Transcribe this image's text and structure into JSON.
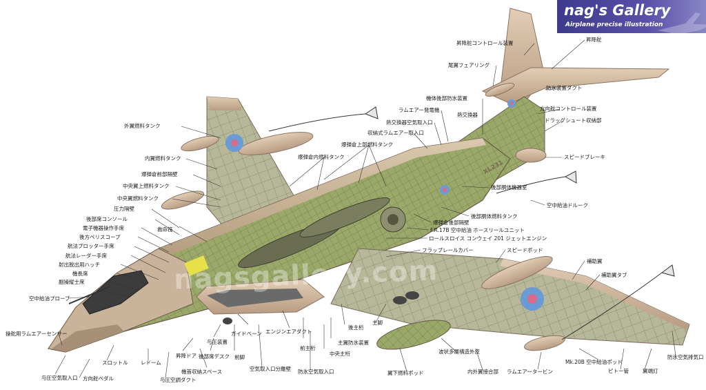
{
  "brand": {
    "title": "nag's Gallery",
    "subtitle": "Airplane precise illustration"
  },
  "watermark": "nagsgallery.com",
  "serial": "XL231",
  "colors": {
    "skin": "#cdb39a",
    "skin_dark": "#a88e76",
    "structure": "#8c9a5c",
    "structure_light": "#aab47a",
    "canopy": "#3c3c3c",
    "roundel_blue": "#6a9bd4",
    "roundel_red": "#d86a8a",
    "leader": "#333333"
  },
  "labels": {
    "elevator_control": "昇降舵コントロール装置",
    "elevator": "昇降舵",
    "tail_fairing": "尾翼フェアリング",
    "anti_ice_duct": "防氷装置ダクト",
    "rear_fuselage_anti_ice": "機体後部防氷装置",
    "rudder_control": "方向舵コントロール装置",
    "ram_air_generator": "ラムエアー発電機",
    "heat_exchanger": "熱交換器",
    "drag_chute": "ドラッグシュート収納部",
    "heat_exchanger_intake": "熱交換器空気取入口",
    "retractable_ram_air_intake": "収納式ラムエアー取入口",
    "speed_brake": "スピードブレーキ",
    "bomb_bay_upper_fuel": "爆弾倉上部燃料タンク",
    "outer_wing_fuel": "外翼燃料タンク",
    "bomb_bay_inner_fuel": "爆弾倉内燃料タンク",
    "inner_wing_fuel": "内翼燃料タンク",
    "bomb_bay_front_bulkhead": "爆弾倉前部隔壁",
    "rear_equipment_bay": "後部胴体機器室",
    "center_wing_upper_fuel": "中央翼上燃料タンク",
    "center_wing_fuel": "中央翼燃料タンク",
    "refuel_drogue": "空中給油ドルーク",
    "pressure_bulkhead": "圧力隔壁",
    "rear_crew_console": "後部席コンソール",
    "life_raft": "救命筏",
    "rear_fuselage_fuel": "後部胴体燃料タンク",
    "ew_operator": "電子機器操作手席",
    "bomb_bay_rear_bulkhead": "爆弾倉後部隔壁",
    "rear_periscope": "後方ペリスコープ",
    "hose_reel_unit": "F.R.17B 空中給油 ホースリールユニット",
    "nav_plotter": "航法プロッター手席",
    "conway_engine": "ロールスロイス コンウェイ 201 ジェットエンジン",
    "nav_radar": "航法レーダー手席",
    "flap_rail_cover": "フラップレールカバー",
    "speed_pod": "スピードポッド",
    "escape_hatch": "射出脱出用ハッチ",
    "aux_wing": "補助翼",
    "captain_seat": "機長席",
    "aileron_tab": "補助翼タブ",
    "copilot_seat": "副操縦士席",
    "refuel_probe": "空中給油プローブ",
    "ram_air_sensor": "操舵用ラムエアーセンサー",
    "guide_vane": "ガイドベーン",
    "engine_air_duct": "エンジンエアダクト",
    "rear_spar": "後主桁",
    "main_gear": "主脚",
    "pressure_device": "与圧装置",
    "front_spar": "前主桁",
    "main_anti_ice": "主翼防氷装置",
    "elevator_door": "昇降ドア",
    "rear_seat_desk": "後部席デスク",
    "nose_gear": "前脚",
    "center_spar": "中央主桁",
    "corrugated_structure": "波状多層構造外皮",
    "anti_ice_air_outlet": "防氷空気排気口",
    "throttle": "スロットル",
    "radome": "レドーム",
    "nose_gear_bay": "機首収納スペース",
    "intake_splitter": "空気取入口分離壁",
    "anti_ice_intake": "防氷空気取入口",
    "underwing_pod": "翼下燃料ポッド",
    "inner_outer_joint": "内外翼接合部",
    "ram_air_turbine": "ラムエアータービン",
    "mk20b_pod": "Mk.20B 空中給油ポッド",
    "pitot": "ピトー管",
    "wingtip_light": "翼端灯",
    "pressure_air_intake": "与圧空気取入口",
    "rudder_pedal": "方向舵ペダル",
    "pressure_air_duct": "与圧空調ダクト"
  }
}
